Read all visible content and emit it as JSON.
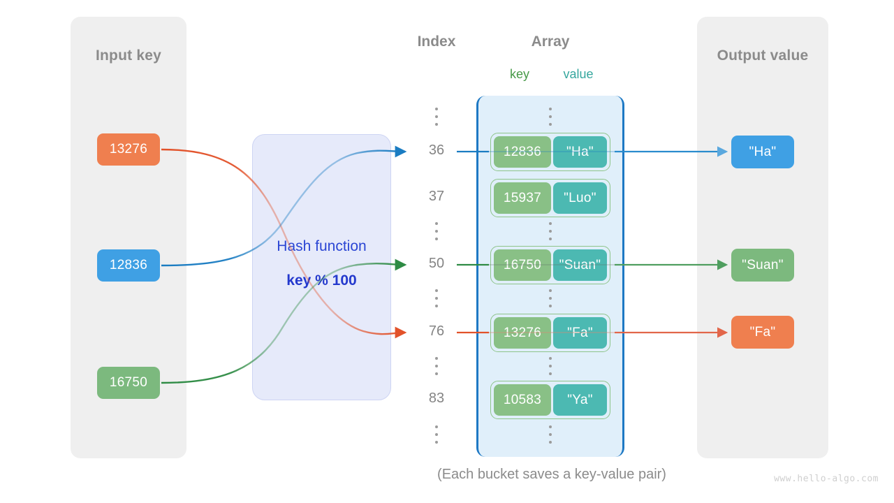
{
  "colors": {
    "orange": "#ef7f4f",
    "blue": "#3fa0e4",
    "green": "#7cb97e",
    "bucket_key": "#89c086",
    "bucket_value": "#4cb9b2",
    "array_fill": "#e0effa",
    "array_border": "#1d78c4",
    "hash_fill": "#e6eafa",
    "hash_text": "#2b46d4",
    "panel_fill": "#efefef",
    "label_gray": "#8b8b8b",
    "key_label": "#479a48",
    "value_label": "#36a79e"
  },
  "input_panel": {
    "title": "Input key",
    "keys": [
      {
        "label": "13276",
        "color": "orange"
      },
      {
        "label": "12836",
        "color": "blue"
      },
      {
        "label": "16750",
        "color": "green"
      }
    ]
  },
  "hash_function": {
    "label": "Hash function",
    "expression": "key % 100"
  },
  "columns": {
    "index_heading": "Index",
    "array_heading": "Array",
    "key_heading": "key",
    "value_heading": "value"
  },
  "array": {
    "ellipsis": "⋮",
    "rows": [
      {
        "kind": "ellipsis"
      },
      {
        "kind": "bucket",
        "index": "36",
        "key": "12836",
        "value": "\"Ha\""
      },
      {
        "kind": "bucket",
        "index": "37",
        "key": "15937",
        "value": "\"Luo\""
      },
      {
        "kind": "ellipsis"
      },
      {
        "kind": "bucket",
        "index": "50",
        "key": "16750",
        "value": "\"Suan\""
      },
      {
        "kind": "ellipsis"
      },
      {
        "kind": "bucket",
        "index": "76",
        "key": "13276",
        "value": "\"Fa\""
      },
      {
        "kind": "ellipsis"
      },
      {
        "kind": "bucket",
        "index": "83",
        "key": "10583",
        "value": "\"Ya\""
      },
      {
        "kind": "ellipsis"
      }
    ]
  },
  "output_panel": {
    "title": "Output value",
    "values": [
      {
        "label": "\"Ha\"",
        "color": "blue"
      },
      {
        "label": "\"Suan\"",
        "color": "green"
      },
      {
        "label": "\"Fa\"",
        "color": "orange"
      }
    ]
  },
  "mappings": [
    {
      "input_key": "13276",
      "index": "76",
      "value": "\"Fa\"",
      "color": "#e2522a"
    },
    {
      "input_key": "12836",
      "index": "36",
      "value": "\"Ha\"",
      "color": "#1a7cc2"
    },
    {
      "input_key": "16750",
      "index": "50",
      "value": "\"Suan\"",
      "color": "#2e8b44"
    }
  ],
  "caption": "(Each bucket saves a key-value pair)",
  "watermark": "www.hello-algo.com"
}
